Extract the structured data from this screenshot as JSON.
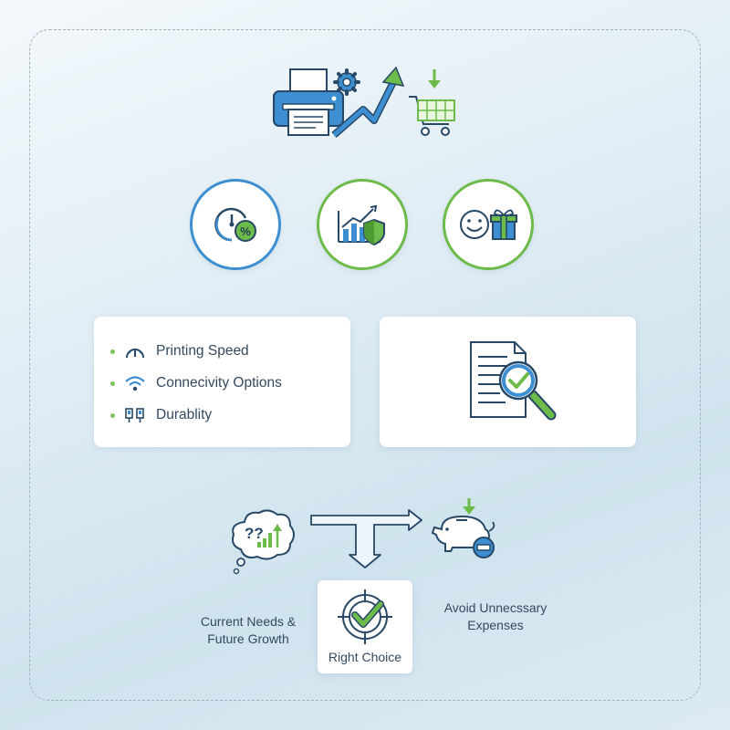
{
  "colors": {
    "blue": "#3d8fd1",
    "green": "#6dbb4a",
    "navy": "#274866"
  },
  "hero_icons": [
    "printer-icon",
    "gear-icon",
    "growth-arrow-icon",
    "shopping-cart-icon"
  ],
  "benefit_circles": [
    {
      "icon": "speed-percent-icon",
      "ring": "blue"
    },
    {
      "icon": "chart-shield-icon",
      "ring": "green"
    },
    {
      "icon": "smile-gift-icon",
      "ring": "green"
    }
  ],
  "features": [
    {
      "icon": "gauge-icon",
      "label": "Printing Speed"
    },
    {
      "icon": "wifi-icon",
      "label": "Connecivity Options"
    },
    {
      "icon": "plug-icon",
      "label": "Durablity"
    }
  ],
  "review_icon": "document-magnifier-icon",
  "flow": {
    "needs_label": "Current Needs & Future Growth",
    "needs_line1": "Current Needs &",
    "needs_line2": "Future Growth",
    "choice_label": "Right Choice",
    "expenses_line1": "Avoid Unnecssary",
    "expenses_line2": "Expenses"
  }
}
